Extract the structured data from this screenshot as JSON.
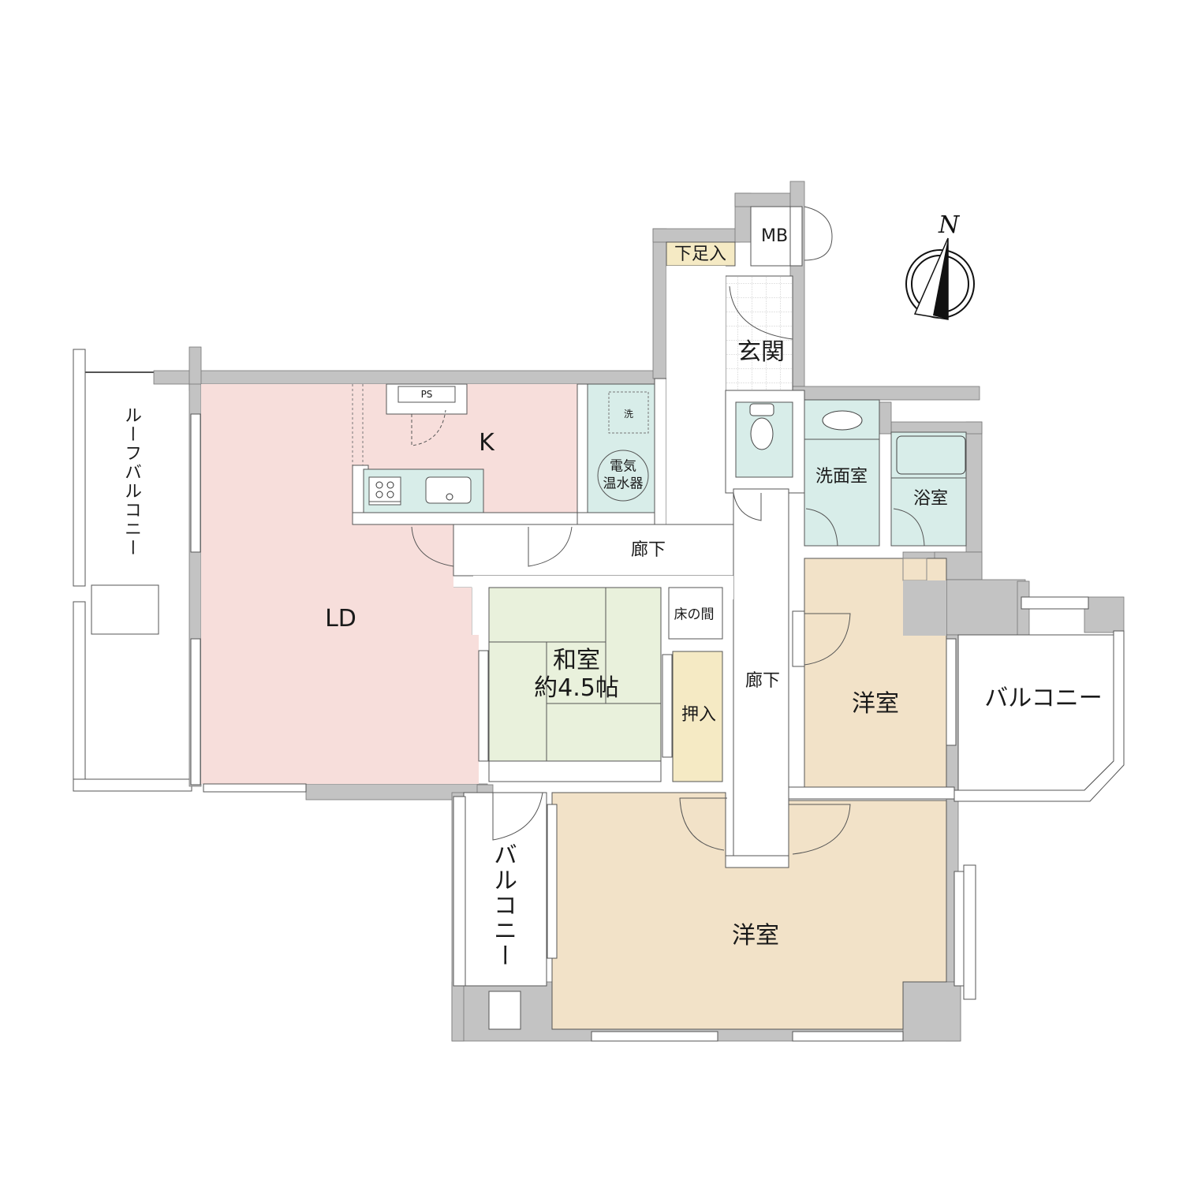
{
  "colors": {
    "wall": "#c3c3c3",
    "ld_k": "#f7dedb",
    "wet_area": "#d8ede9",
    "washitsu": "#e9f1dc",
    "youshitsu": "#f2e2c8",
    "storage": "#f5eac4",
    "genkan_tile": "#ffffff",
    "outline": "#555555"
  },
  "compass": {
    "label": "N"
  },
  "rooms": {
    "ld": {
      "label": "LD"
    },
    "kitchen": {
      "label": "K"
    },
    "ps": {
      "label": "PS"
    },
    "laundry": {
      "label": "洗"
    },
    "water_heater": {
      "line1": "電気",
      "line2": "温水器"
    },
    "roof_balcony": {
      "label": "ルーフバルコニー"
    },
    "shoe_storage": {
      "label": "下足入"
    },
    "meter_box": {
      "label": "MB"
    },
    "genkan": {
      "label": "玄関"
    },
    "washroom": {
      "label": "洗面室"
    },
    "bathroom": {
      "label": "浴室"
    },
    "hallway_upper": {
      "label": "廊下"
    },
    "hallway_lower": {
      "label": "廊下"
    },
    "washitsu": {
      "line1": "和室",
      "line2": "約4.5帖"
    },
    "tokonoma": {
      "label": "床の間"
    },
    "oshiire": {
      "label": "押入"
    },
    "youshitsu_east": {
      "label": "洋室"
    },
    "youshitsu_south": {
      "label": "洋室"
    },
    "balcony_east": {
      "label": "バルコニー"
    },
    "balcony_south": {
      "label": "バルコニー"
    }
  }
}
